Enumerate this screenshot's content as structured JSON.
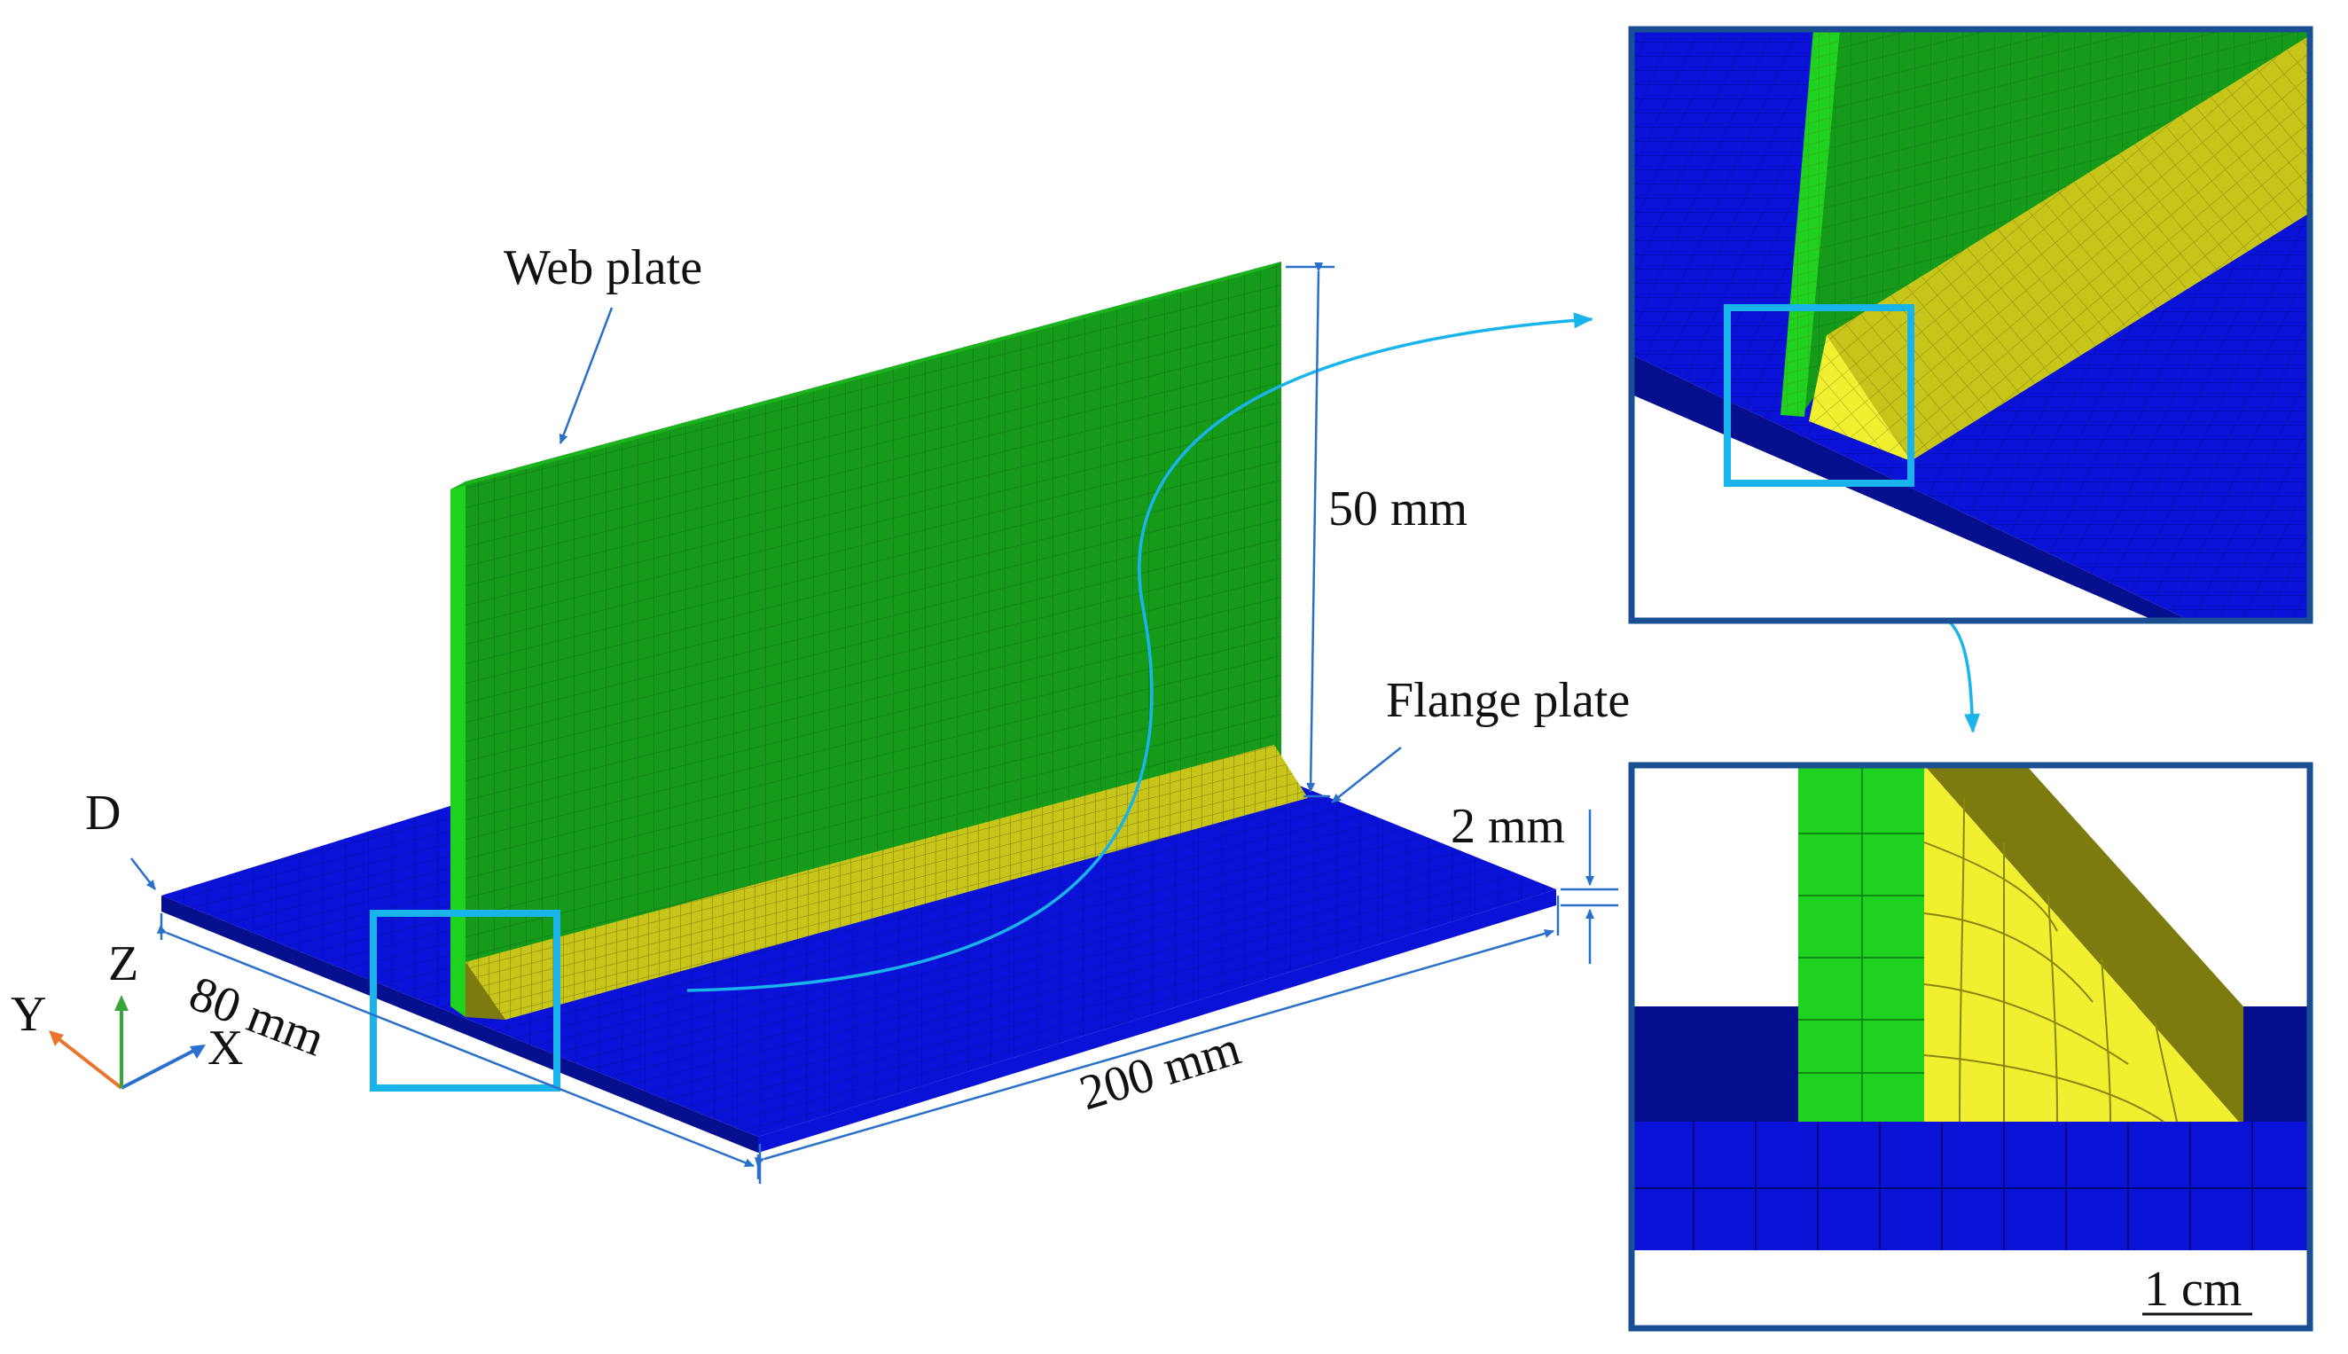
{
  "labels": {
    "web_plate": "Web plate",
    "flange_plate": "Flange plate",
    "height": "50 mm",
    "width": "80 mm",
    "length": "200 mm",
    "thickness": "2 mm",
    "point": "D",
    "scale_bar": "1 cm"
  },
  "axes": {
    "x": "X",
    "y": "Y",
    "z": "Z"
  },
  "colors": {
    "flange": "#0a12d8",
    "flange_dark": "#06108f",
    "web": "#159a1a",
    "web_edge": "#1fd21f",
    "weld": "#c7c41a",
    "weld_bright": "#f0f030",
    "weld_dark": "#7d7a0f",
    "highlight_box": "#1ab4ec",
    "panel_border": "#1a4f94",
    "dimension_line": "#2a6fc9",
    "axis_x": "#2a6fd0",
    "axis_y": "#e8762c",
    "axis_z": "#3aa43a"
  }
}
